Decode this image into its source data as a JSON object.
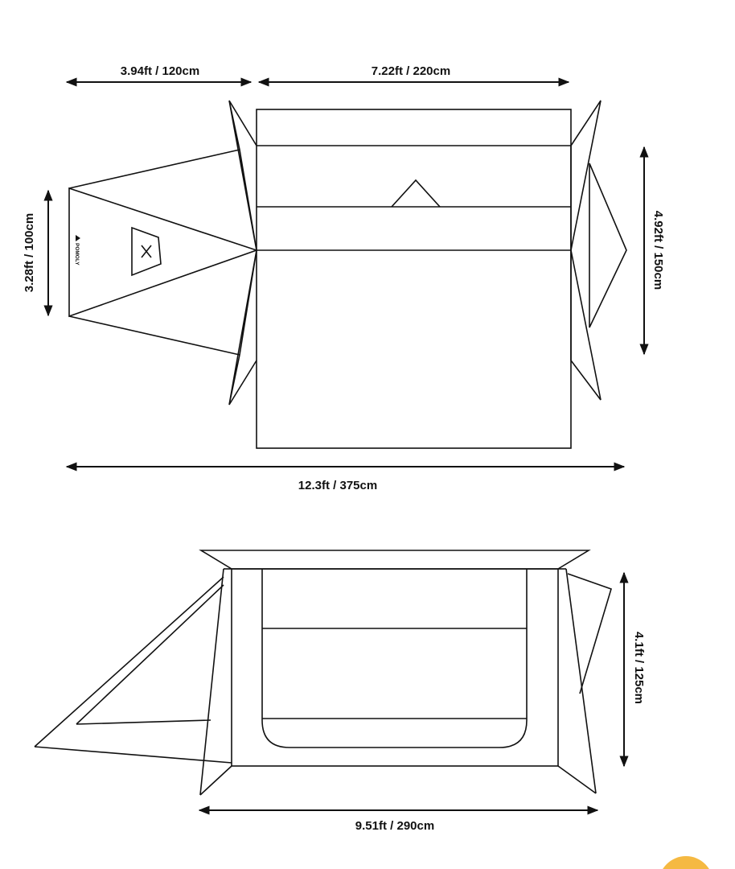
{
  "dimensions": {
    "top_awning_width": "3.94ft / 120cm",
    "top_tent_width": "7.22ft / 220cm",
    "top_awning_depth": "3.28ft / 100cm",
    "top_tent_depth": "4.92ft / 150cm",
    "top_total_length": "12.3ft / 375cm",
    "side_height": "4.1ft / 125cm",
    "side_length": "9.51ft / 290cm"
  },
  "brand": {
    "logo_text": "POMOLY"
  },
  "colors": {
    "line": "#111111",
    "background": "#ffffff",
    "corner_badge": "#f5b942"
  }
}
